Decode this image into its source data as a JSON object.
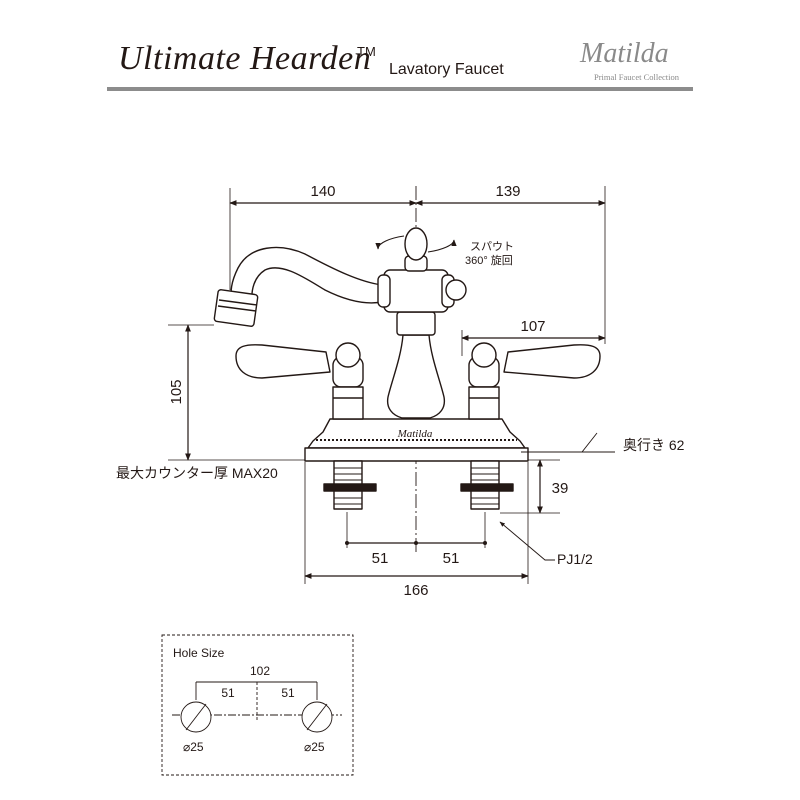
{
  "header": {
    "brand": "Ultimate Hearden",
    "trademark": "TM",
    "product": "Lavatory Faucet",
    "logo_name": "Matilda",
    "logo_tagline": "Primal Faucet Collection"
  },
  "drawing": {
    "dim_left": "140",
    "dim_right": "139",
    "dim_handle_reach": "107",
    "dim_spout_height": "105",
    "dim_shank": "39",
    "dim_half_left": "51",
    "dim_half_right": "51",
    "dim_base_width": "166",
    "spout_note_line1": "スパウト",
    "spout_note_line2": "360° 旋回",
    "depth_note": "奥行き 62",
    "counter_note": "最大カウンター厚 MAX20",
    "thread_note": "PJ1/2",
    "body_brand": "Matilda"
  },
  "hole_size": {
    "title": "Hole Size",
    "span": "102",
    "half_left": "51",
    "half_right": "51",
    "diameter_left": "⌀25",
    "diameter_right": "⌀25"
  }
}
